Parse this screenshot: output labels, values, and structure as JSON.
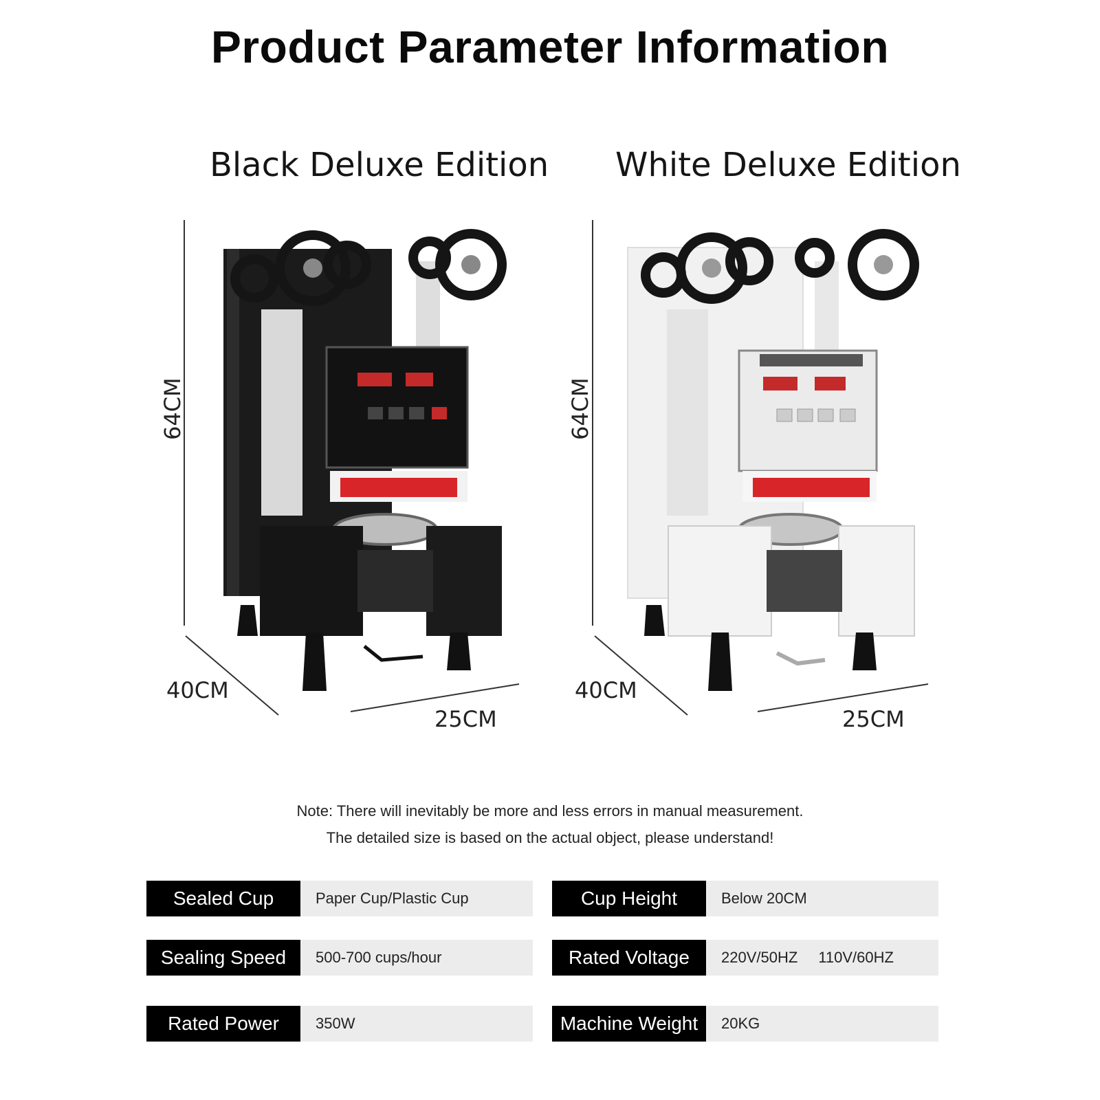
{
  "title": "Product Parameter Information",
  "editions": [
    {
      "name": "Black Deluxe Edition",
      "height": "64CM",
      "depth": "40CM",
      "width": "25CM",
      "body_color": "#1b1b1b"
    },
    {
      "name": "White Deluxe Edition",
      "height": "64CM",
      "depth": "40CM",
      "width": "25CM",
      "body_color": "#f1f1f1"
    }
  ],
  "note": {
    "line1": "Note: There will inevitably be more and less errors in manual measurement.",
    "line2": "The detailed size is based on the actual object, please understand!"
  },
  "specs": [
    {
      "label": "Sealed Cup",
      "value": "Paper Cup/Plastic Cup"
    },
    {
      "label": "Cup Height",
      "value": "Below 20CM"
    },
    {
      "label": "Sealing Speed",
      "value": "500-700 cups/hour"
    },
    {
      "label": "Rated Voltage",
      "value": "220V/50HZ",
      "value2": "110V/60HZ"
    },
    {
      "label": "Rated Power",
      "value": "350W"
    },
    {
      "label": "Machine Weight",
      "value": "20KG"
    }
  ],
  "colors": {
    "label_bg": "#000000",
    "value_bg": "#ececec",
    "warning_red": "#d8252a"
  }
}
